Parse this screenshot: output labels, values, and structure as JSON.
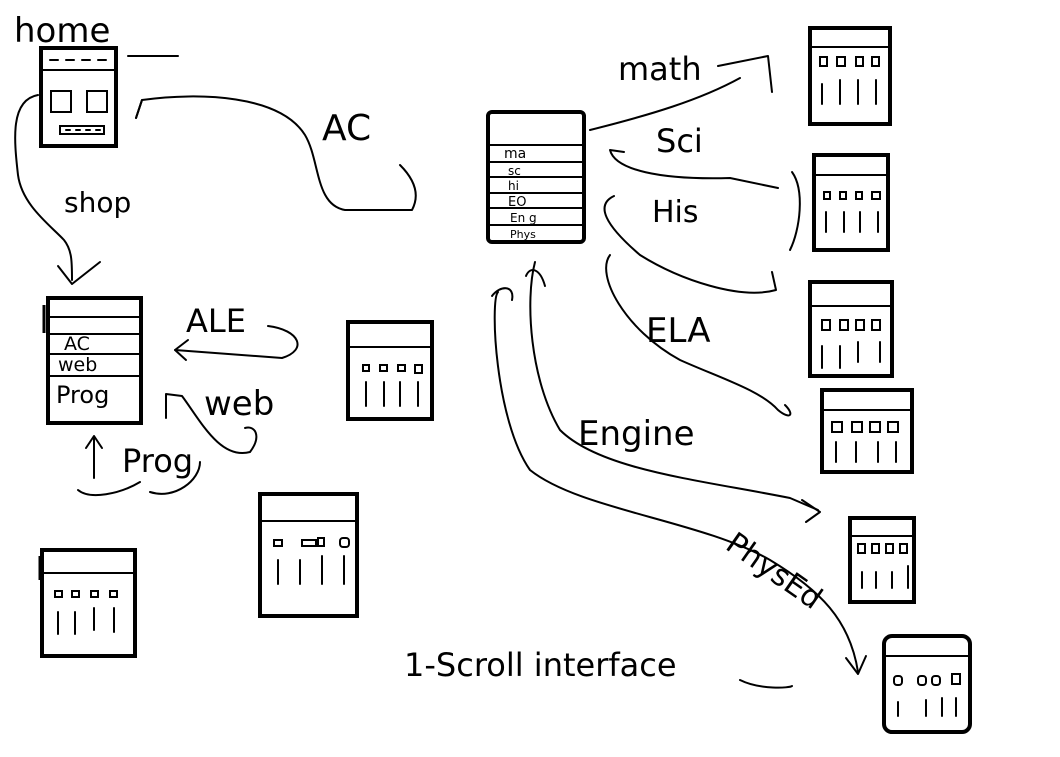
{
  "labels": {
    "home": "home",
    "ac": "AC",
    "shop": "shop",
    "ale": "ALE",
    "web": "web",
    "prog": "Prog",
    "math": "math",
    "sci": "Sci",
    "his": "His",
    "ela": "ELA",
    "engine": "Engine",
    "physed": "PhysEd",
    "scroll_interface": "1-Scroll interface"
  },
  "shop_menu": {
    "items": [
      "AC",
      "web",
      "Prog"
    ]
  },
  "subject_menu": {
    "items": [
      "ma",
      "sc",
      "hi",
      "EO",
      "En g",
      "Phys"
    ]
  }
}
